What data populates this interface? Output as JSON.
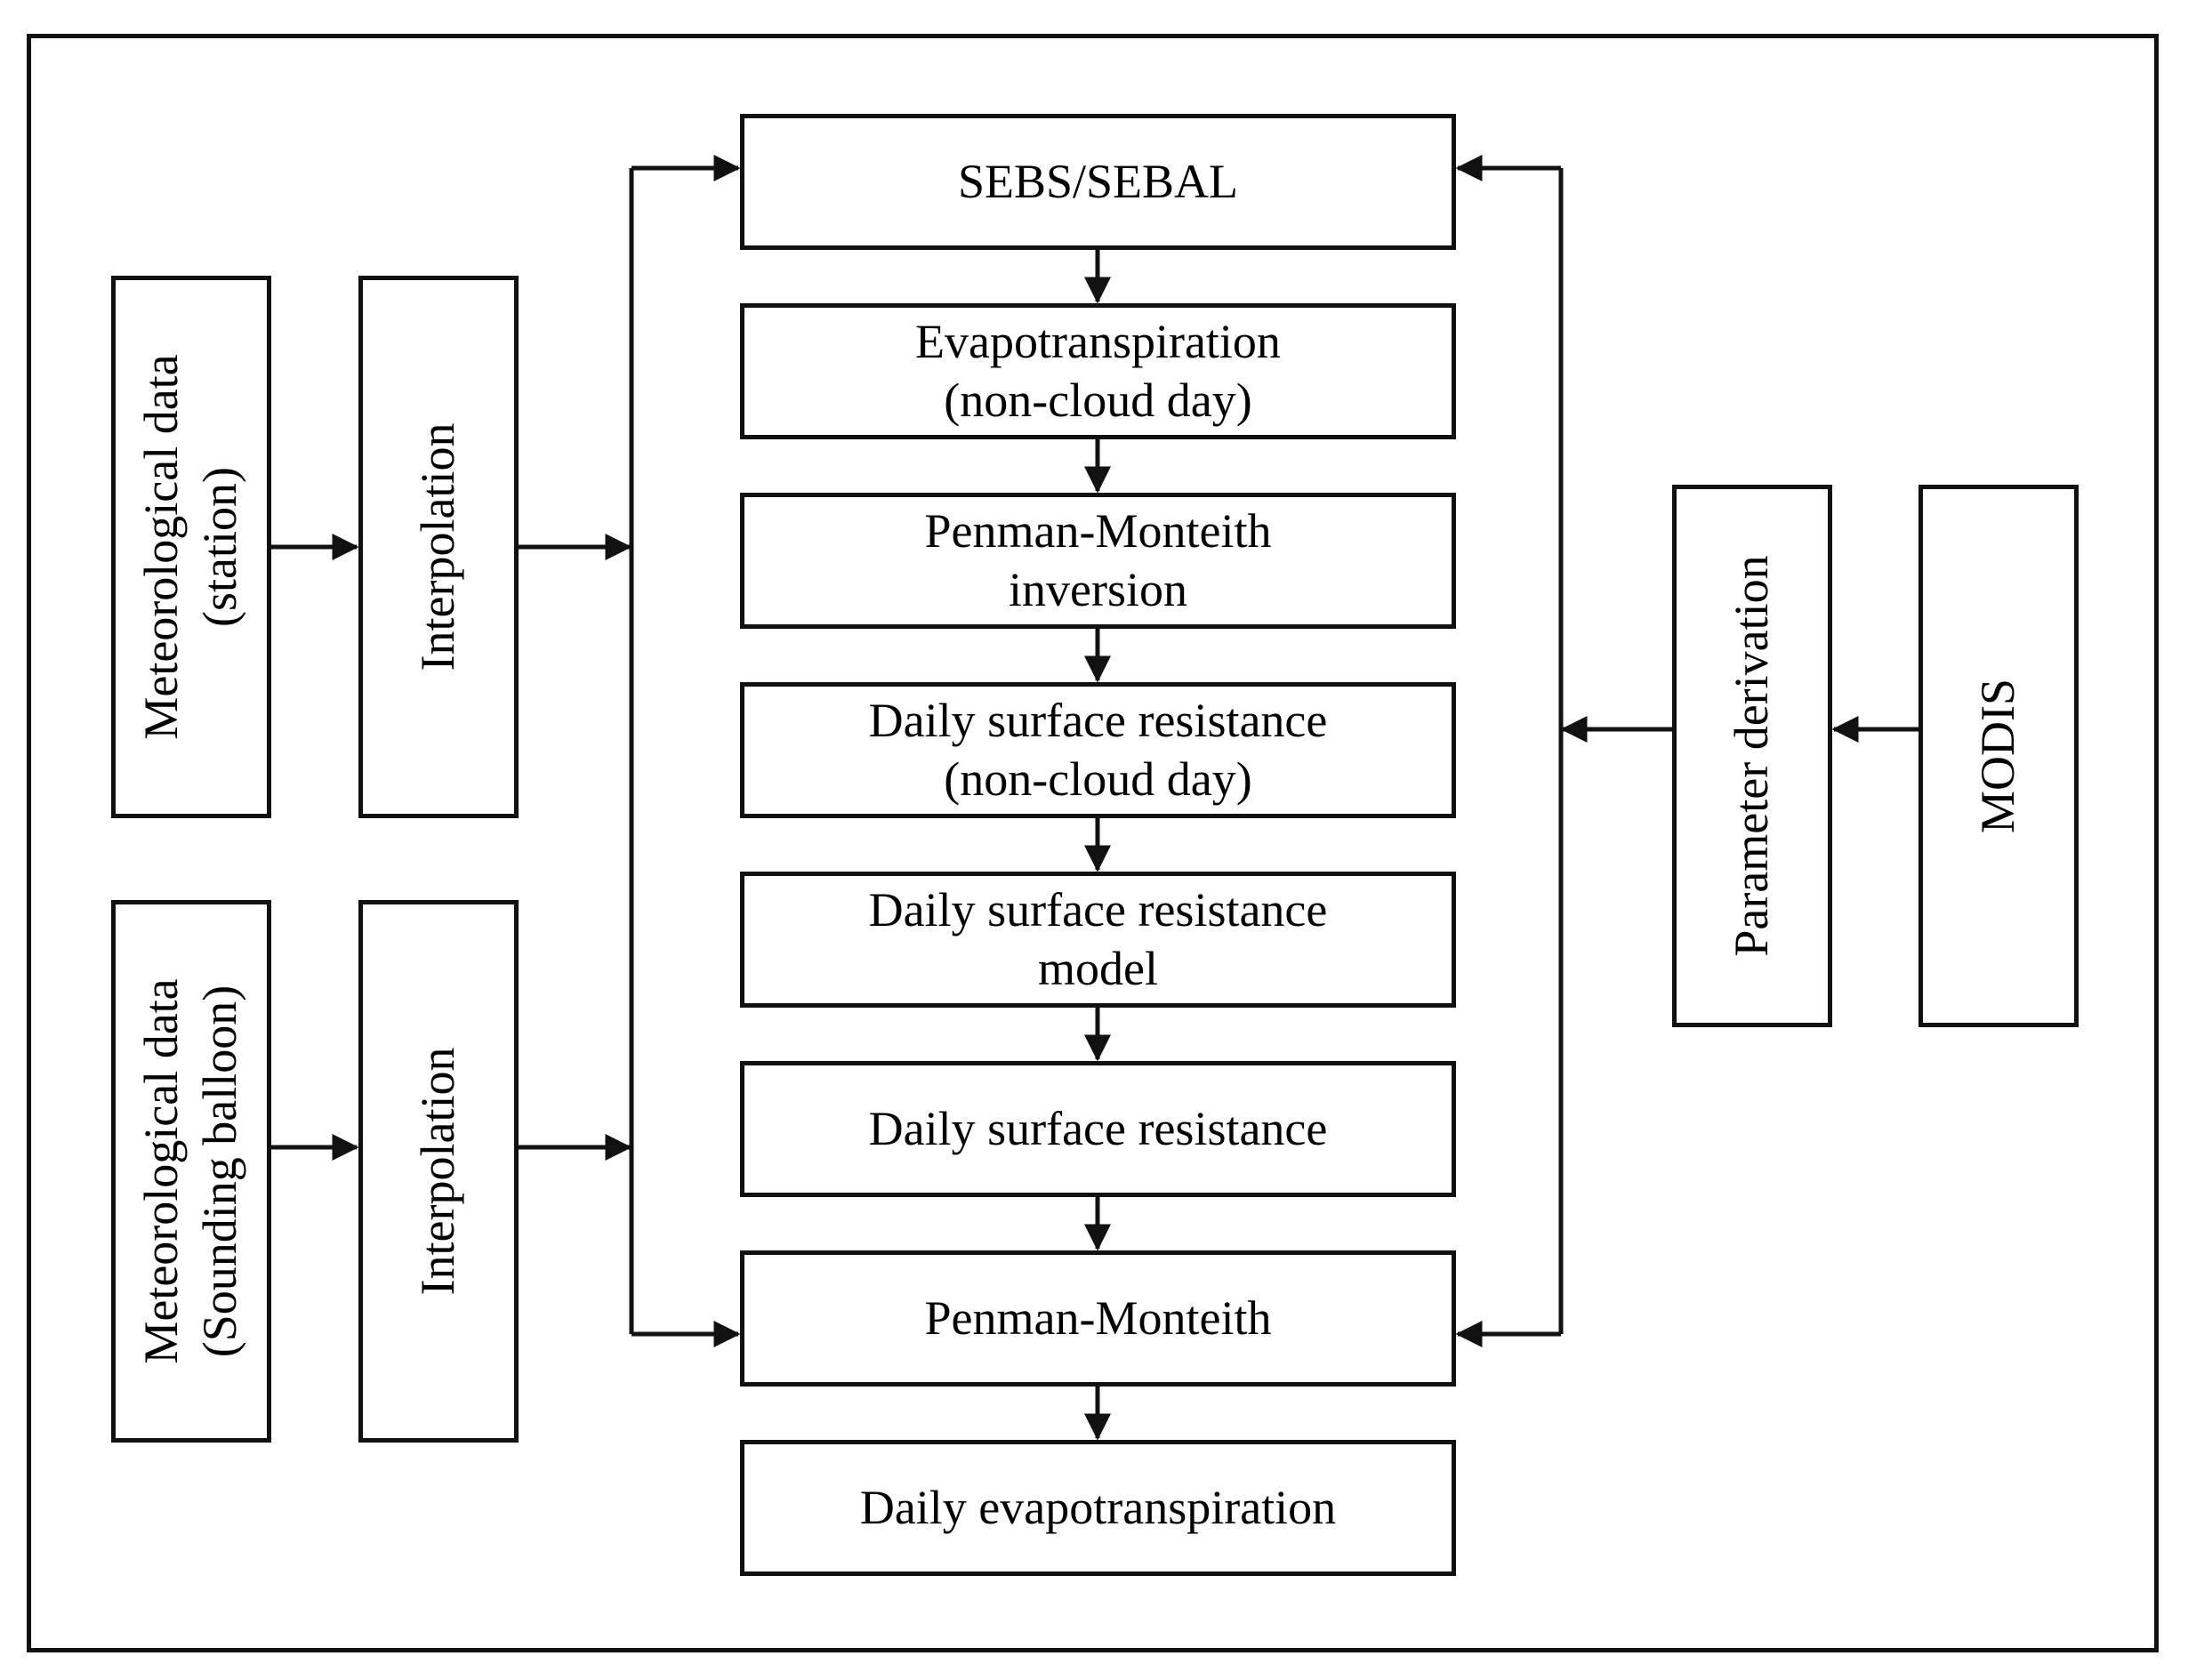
{
  "left_inputs": {
    "station_label": "Meteorological data\n(station)",
    "balloon_label": "Meteorological data\n(Sounding balloon)",
    "interpolation_top": "Interpolation",
    "interpolation_bottom": "Interpolation"
  },
  "center_chain": {
    "sebs": "SEBS/SEBAL",
    "et_noncloud": "Evapotranspiration\n(non-cloud day)",
    "pm_inversion": "Penman-Monteith\ninversion",
    "rs_noncloud": "Daily surface resistance\n(non-cloud day)",
    "rs_model": "Daily surface resistance\nmodel",
    "rs_daily": "Daily surface resistance",
    "pm": "Penman-Monteith",
    "et_daily": "Daily evapotranspiration"
  },
  "right_inputs": {
    "param_derivation": "Parameter derivation",
    "modis": "MODIS"
  }
}
